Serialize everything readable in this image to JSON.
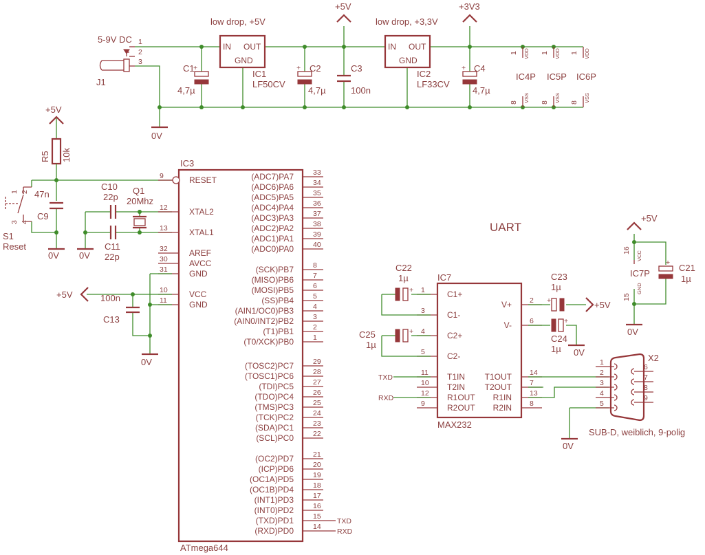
{
  "power": {
    "dc_in": "5-9V DC",
    "reg1_title": "low drop, +5V",
    "reg2_title": "low drop, +3,3V",
    "v5": "+5V",
    "v33": "+3V3",
    "gnd": "0V",
    "in": "IN",
    "out": "OUT",
    "gnd_pin": "GND",
    "ic1": "IC1",
    "ic1_val": "LF50CV",
    "ic2": "IC2",
    "ic2_val": "LF33CV",
    "c1": "C1",
    "c1_val": "4,7µ",
    "c2": "C2",
    "c2_val": "4,7µ",
    "c3": "C3",
    "c3_val": "100n",
    "c4": "C4",
    "c4_val": "4,7µ",
    "j1": "J1",
    "ic4p": "IC4P",
    "ic5p": "IC5P",
    "ic6p": "IC6P",
    "vdd": "VDD",
    "vss": "VSS"
  },
  "reset": {
    "v5": "+5V",
    "r5": "R5",
    "r5_val": "10k",
    "c9": "C9",
    "c9_val": "47n",
    "s1": "S1",
    "s1_val": "Reset",
    "gnd": "0V"
  },
  "crystal": {
    "c10": "C10",
    "c10_val": "22p",
    "c11": "C11",
    "c11_val": "22p",
    "q1": "Q1",
    "q1_val": "20Mhz",
    "gnd": "0V"
  },
  "mcu": {
    "name": "IC3",
    "part": "ATmega644",
    "left_pins": [
      {
        "label": "RESET",
        "num": "9"
      },
      {
        "label": "XTAL2",
        "num": "12"
      },
      {
        "label": "XTAL1",
        "num": "13"
      },
      {
        "label": "AREF",
        "num": "32"
      },
      {
        "label": "AVCC",
        "num": "30"
      },
      {
        "label": "GND",
        "num": "31"
      },
      {
        "label": "VCC",
        "num": "10"
      },
      {
        "label": "GND",
        "num": "11"
      }
    ],
    "right_pins": [
      {
        "label": "(ADC7)PA7",
        "num": "33"
      },
      {
        "label": "(ADC6)PA6",
        "num": "34"
      },
      {
        "label": "(ADC5)PA5",
        "num": "35"
      },
      {
        "label": "(ADC4)PA4",
        "num": "36"
      },
      {
        "label": "(ADC3)PA3",
        "num": "37"
      },
      {
        "label": "(ADC2)PA2",
        "num": "38"
      },
      {
        "label": "(ADC1)PA1",
        "num": "39"
      },
      {
        "label": "(ADC0)PA0",
        "num": "40"
      },
      {
        "label": "(SCK)PB7",
        "num": "8"
      },
      {
        "label": "(MISO)PB6",
        "num": "7"
      },
      {
        "label": "(MOSI)PB5",
        "num": "6"
      },
      {
        "label": "(SS)PB4",
        "num": "5"
      },
      {
        "label": "(AIN1/OC0)PB3",
        "num": "4"
      },
      {
        "label": "(AIN0/INT2)PB2",
        "num": "3"
      },
      {
        "label": "(T1)PB1",
        "num": "2"
      },
      {
        "label": "(T0/XCK)PB0",
        "num": "1"
      },
      {
        "label": "(TOSC2)PC7",
        "num": "29"
      },
      {
        "label": "(TOSC1)PC6",
        "num": "28"
      },
      {
        "label": "(TDI)PC5",
        "num": "27"
      },
      {
        "label": "(TDO)PC4",
        "num": "26"
      },
      {
        "label": "(TMS)PC3",
        "num": "25"
      },
      {
        "label": "(TCK)PC2",
        "num": "24"
      },
      {
        "label": "(SDA)PC1",
        "num": "23"
      },
      {
        "label": "(SCL)PC0",
        "num": "22"
      },
      {
        "label": "(OC2)PD7",
        "num": "21"
      },
      {
        "label": "(ICP)PD6",
        "num": "20"
      },
      {
        "label": "(OC1A)PD5",
        "num": "19"
      },
      {
        "label": "(OC1B)PD4",
        "num": "18"
      },
      {
        "label": "(INT1)PD3",
        "num": "17"
      },
      {
        "label": "(INT0)PD2",
        "num": "16"
      },
      {
        "label": "(TXD)PD1",
        "num": "15"
      },
      {
        "label": "(RXD)PD0",
        "num": "14"
      }
    ],
    "txd": "TXD",
    "rxd": "RXD",
    "v5": "+5V",
    "c13": "C13",
    "c13_val": "100n",
    "gnd": "0V"
  },
  "uart": {
    "title": "UART",
    "ic7": "IC7",
    "part": "MAX232",
    "left_pins": [
      {
        "label": "C1+",
        "num": "1"
      },
      {
        "label": "C1-",
        "num": "3"
      },
      {
        "label": "C2+",
        "num": "4"
      },
      {
        "label": "C2-",
        "num": "5"
      },
      {
        "label": "T1IN",
        "num": "11"
      },
      {
        "label": "T2IN",
        "num": "10"
      },
      {
        "label": "R1OUT",
        "num": "12"
      },
      {
        "label": "R2OUT",
        "num": "9"
      }
    ],
    "right_pins": [
      {
        "label": "V+",
        "num": "2"
      },
      {
        "label": "V-",
        "num": "6"
      },
      {
        "label": "T1OUT",
        "num": "14"
      },
      {
        "label": "T2OUT",
        "num": "7"
      },
      {
        "label": "R1IN",
        "num": "13"
      },
      {
        "label": "R2IN",
        "num": "8"
      }
    ],
    "txd": "TXD",
    "rxd": "RXD",
    "c22": "C22",
    "c22_val": "1µ",
    "c25": "C25",
    "c25_val": "1µ",
    "c23": "C23",
    "c23_val": "1µ",
    "c24": "C24",
    "c24_val": "1µ",
    "v5": "+5V",
    "gnd": "0V",
    "c21": "C21",
    "c21_val": "1µ",
    "ic7p": "IC7P",
    "v5b": "+5V",
    "gnd2": "0V",
    "vcc": "VCC",
    "gndp": "GND",
    "pin16": "16",
    "pin15": "15",
    "x2": "X2",
    "x2_desc": "SUB-D, weiblich, 9-polig",
    "x2_pins_left": [
      "1",
      "2",
      "3",
      "4",
      "5"
    ],
    "x2_pins_right": [
      "6",
      "7",
      "8",
      "9"
    ],
    "gnd3": "0V"
  }
}
